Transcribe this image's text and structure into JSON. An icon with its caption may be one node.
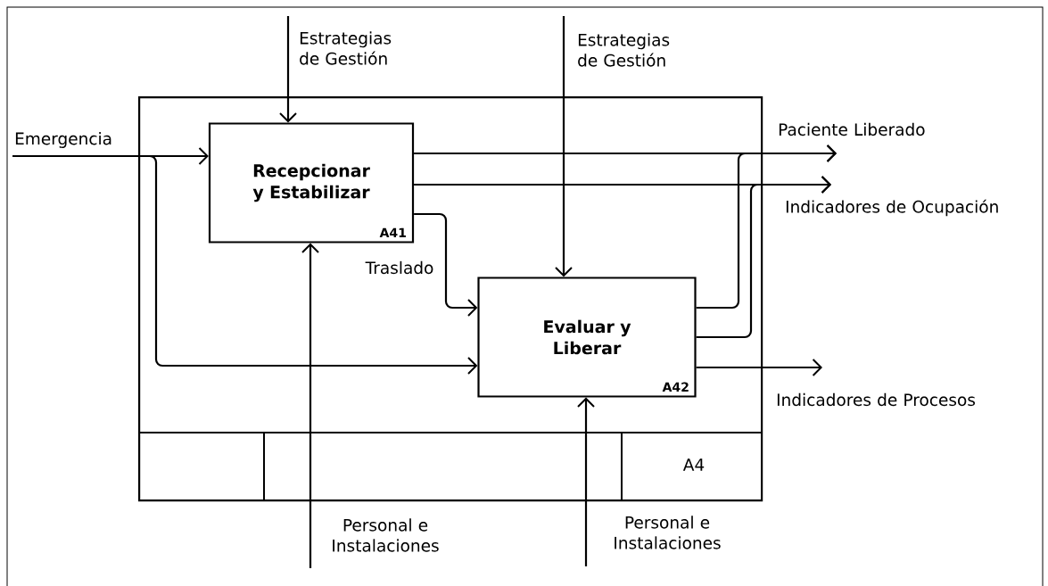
{
  "diagram": {
    "nodes": [
      {
        "text": [
          "A4"
        ]
      },
      {
        "text": [
          "Recepcionar y Estabilizar",
          "A41"
        ],
        "in": 0
      },
      {
        "text": [
          "Evaluar y Liberar",
          "A42"
        ],
        "in": 0
      },
      {
        "text": [
          "Emergencia"
        ]
      },
      {
        "text": [
          "Estrategias de Gestión"
        ]
      },
      {
        "text": [
          "Estrategias de Gestión"
        ]
      },
      {
        "text": [
          "Paciente Liberado"
        ]
      },
      {
        "text": [
          "Indicadores de Ocupación"
        ]
      },
      {
        "text": [
          "Indicadores de Procesos"
        ]
      },
      {
        "text": [
          "Personal e Instalaciones"
        ]
      },
      {
        "text": [
          "Personal e Instalaciones"
        ]
      }
    ],
    "edges": [
      {
        "from": 3,
        "to": 1,
        "arrow": "to"
      },
      {
        "from": 3,
        "to": 2,
        "arrow": "to"
      },
      {
        "from": 4,
        "to": 1,
        "arrow": "to"
      },
      {
        "from": 5,
        "to": 2,
        "arrow": "to"
      },
      {
        "from": 9,
        "to": 1,
        "arrow": "to"
      },
      {
        "from": 10,
        "to": 2,
        "arrow": "to"
      },
      {
        "from": 1,
        "to": 2,
        "arrow": "to",
        "label": "Traslado"
      },
      {
        "from": 1,
        "to": 6,
        "arrow": "to"
      },
      {
        "from": 1,
        "to": 7,
        "arrow": "to"
      },
      {
        "from": 2,
        "to": 6,
        "arrow": "to"
      },
      {
        "from": 2,
        "to": 7,
        "arrow": "to"
      },
      {
        "from": 2,
        "to": 8,
        "arrow": "to"
      }
    ]
  }
}
